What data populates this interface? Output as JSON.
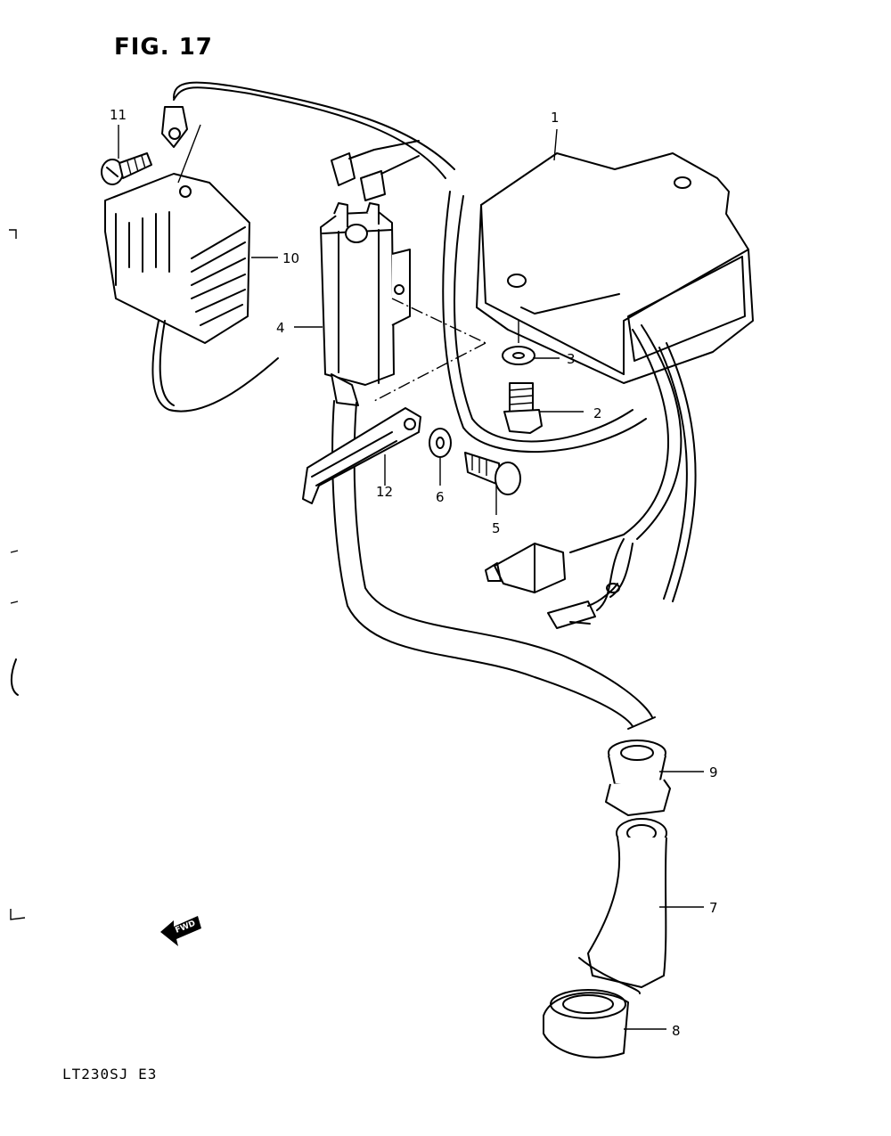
{
  "figure_title": "FIG. 17",
  "model_code": "LT230SJ  E3",
  "fwd_label": "FWD",
  "callouts": [
    {
      "id": "1",
      "label": "1"
    },
    {
      "id": "2",
      "label": "2"
    },
    {
      "id": "3",
      "label": "3"
    },
    {
      "id": "4",
      "label": "4"
    },
    {
      "id": "5",
      "label": "5"
    },
    {
      "id": "6",
      "label": "6"
    },
    {
      "id": "7",
      "label": "7"
    },
    {
      "id": "8",
      "label": "8"
    },
    {
      "id": "9",
      "label": "9"
    },
    {
      "id": "10",
      "label": "10"
    },
    {
      "id": "11",
      "label": "11"
    },
    {
      "id": "12",
      "label": "12"
    }
  ]
}
